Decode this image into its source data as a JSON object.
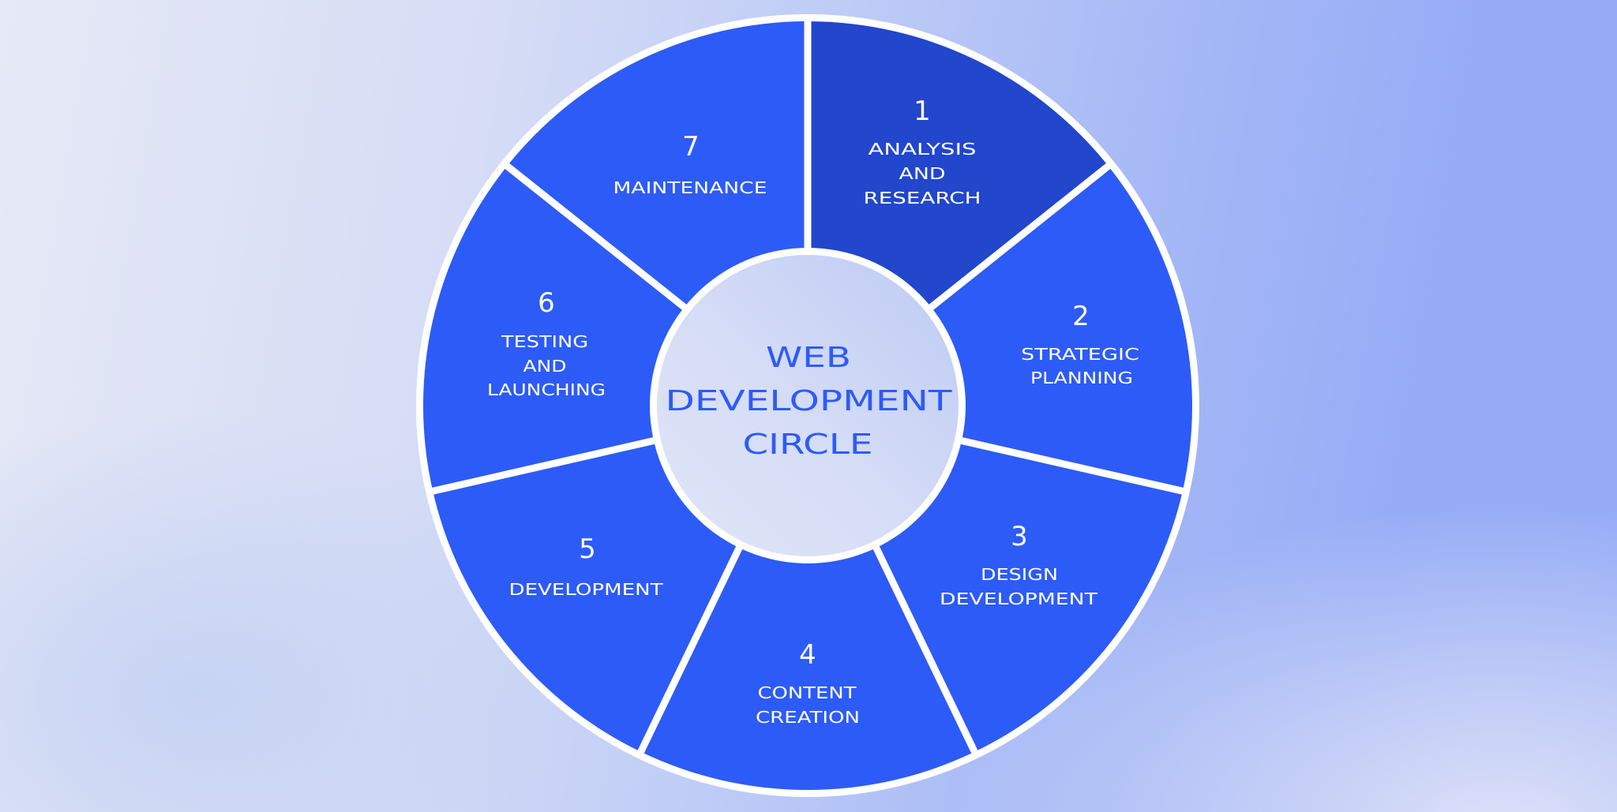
{
  "title": {
    "lines": [
      "WEB",
      "DEVELOPMENT",
      "CIRCLE"
    ]
  },
  "colors": {
    "segment": "#2d5bf7",
    "segment_highlight": "#2246cc",
    "divider": "#ffffff",
    "center_text": "#2d5bf7",
    "center_fill_light": "#e0e5f7",
    "center_fill_dark": "#bccaf4"
  },
  "segments": [
    {
      "number": "1",
      "lines": [
        "ANALYSIS",
        "AND",
        "RESEARCH"
      ],
      "fill": "#2246cc"
    },
    {
      "number": "2",
      "lines": [
        "STRATEGIC",
        "PLANNING"
      ],
      "fill": "#2d5bf7"
    },
    {
      "number": "3",
      "lines": [
        "DESIGN",
        "DEVELOPMENT"
      ],
      "fill": "#2d5bf7"
    },
    {
      "number": "4",
      "lines": [
        "CONTENT",
        "CREATION"
      ],
      "fill": "#2d5bf7"
    },
    {
      "number": "5",
      "lines": [
        "DEVELOPMENT"
      ],
      "fill": "#2d5bf7"
    },
    {
      "number": "6",
      "lines": [
        "TESTING",
        "AND",
        "LAUNCHING"
      ],
      "fill": "#2d5bf7"
    },
    {
      "number": "7",
      "lines": [
        "MAINTENANCE"
      ],
      "fill": "#2d5bf7"
    }
  ]
}
